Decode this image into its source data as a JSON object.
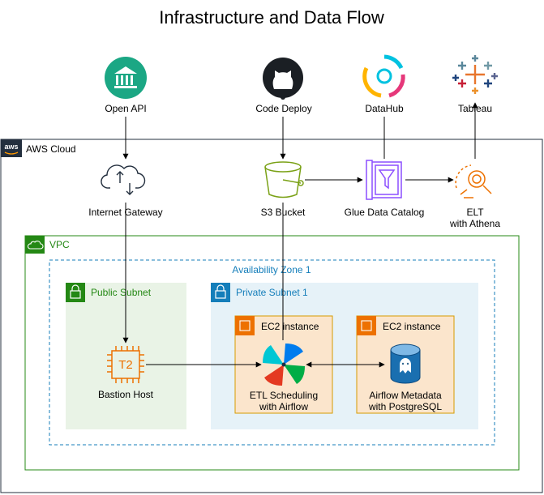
{
  "diagram": {
    "title": "Infrastructure and Data Flow",
    "nodes": {
      "open_api": "Open API",
      "code_deploy": "Code Deploy",
      "datahub": "DataHub",
      "tableau": "Tableau",
      "internet_gateway": "Internet Gateway",
      "s3_bucket": "S3 Bucket",
      "glue_catalog": "Glue Data Catalog",
      "elt_line1": "ELT",
      "elt_line2": "with Athena",
      "bastion_host": "Bastion Host",
      "etl_line1": "ETL Scheduling",
      "etl_line2": "with Airflow",
      "airflow_meta_line1": "Airflow Metadata",
      "airflow_meta_line2": "with PostgreSQL",
      "t2_badge": "T2"
    },
    "groups": {
      "aws_cloud": "AWS Cloud",
      "aws_badge": "aws",
      "vpc": "VPC",
      "availability_zone": "Availability Zone 1",
      "public_subnet": "Public Subnet",
      "private_subnet": "Private Subnet 1",
      "ec2_instance_1": "EC2 instance",
      "ec2_instance_2": "EC2 instance"
    },
    "colors": {
      "open_api": "#1ba784",
      "github": "#1b1f24",
      "s3": "#7aa116",
      "glue": "#8c4fff",
      "athena": "#ed7100",
      "ec2": "#ed7100",
      "vpc": "#248814",
      "private_subnet": "#147eba",
      "public_subnet": "#248814",
      "postgres": "#336791"
    }
  }
}
